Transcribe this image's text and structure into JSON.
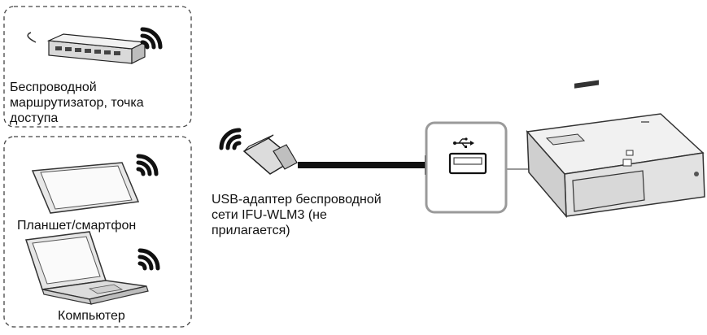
{
  "devices": {
    "router_label": "Беспроводной\nмаршрутизатор, точка\nдоступа",
    "tablet_label": "Планшет/смартфон",
    "laptop_label": "Компьютер"
  },
  "adapter": {
    "label": "USB-адаптер беспроводной\nсети IFU-WLM3 (не\nприлагается)"
  },
  "icons": [
    "wifi-icon",
    "usb-icon"
  ],
  "colors": {
    "line": "#111111",
    "frame": "#9a9a9a",
    "device_fill": "#e6e6e6"
  }
}
